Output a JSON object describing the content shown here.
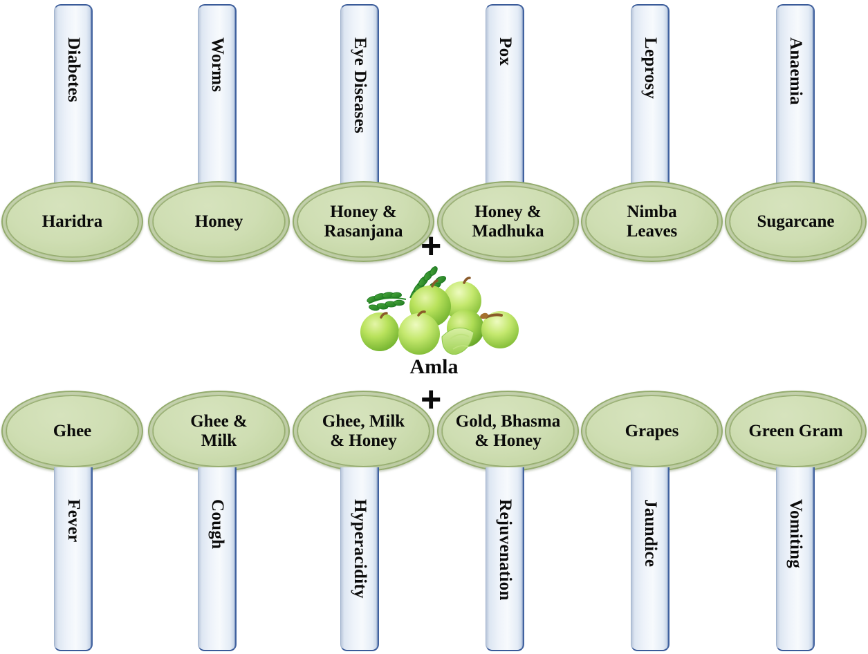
{
  "diagram": {
    "center": {
      "caption": "Amla",
      "image_name": "amla-fruit-cluster-image",
      "plus_top": "+",
      "plus_bottom": "+"
    },
    "top_row": [
      {
        "disease": "Diabetes",
        "remedy": "Haridra"
      },
      {
        "disease": "Worms",
        "remedy": "Honey"
      },
      {
        "disease": "Eye Diseases",
        "remedy": "Honey &\nRasanjana"
      },
      {
        "disease": "Pox",
        "remedy": "Honey &\nMadhuka"
      },
      {
        "disease": "Leprosy",
        "remedy": "Nimba\nLeaves"
      },
      {
        "disease": "Anaemia",
        "remedy": "Sugarcane"
      }
    ],
    "bottom_row": [
      {
        "disease": "Fever",
        "remedy": "Ghee"
      },
      {
        "disease": "Cough",
        "remedy": "Ghee &\nMilk"
      },
      {
        "disease": "Hyperacidity",
        "remedy": "Ghee, Milk\n& Honey"
      },
      {
        "disease": "Rejuvenation",
        "remedy": "Gold, Bhasma\n& Honey"
      },
      {
        "disease": "Jaundice",
        "remedy": "Grapes"
      },
      {
        "disease": "Vomiting",
        "remedy": "Green Gram"
      }
    ],
    "colors": {
      "bar_fill": "#eef3fa",
      "bar_border": "#3a5b99",
      "oval_fill": "#cfdeb3",
      "oval_border": "#93ab6d",
      "text": "#0a0a0a",
      "background": "#ffffff"
    }
  }
}
